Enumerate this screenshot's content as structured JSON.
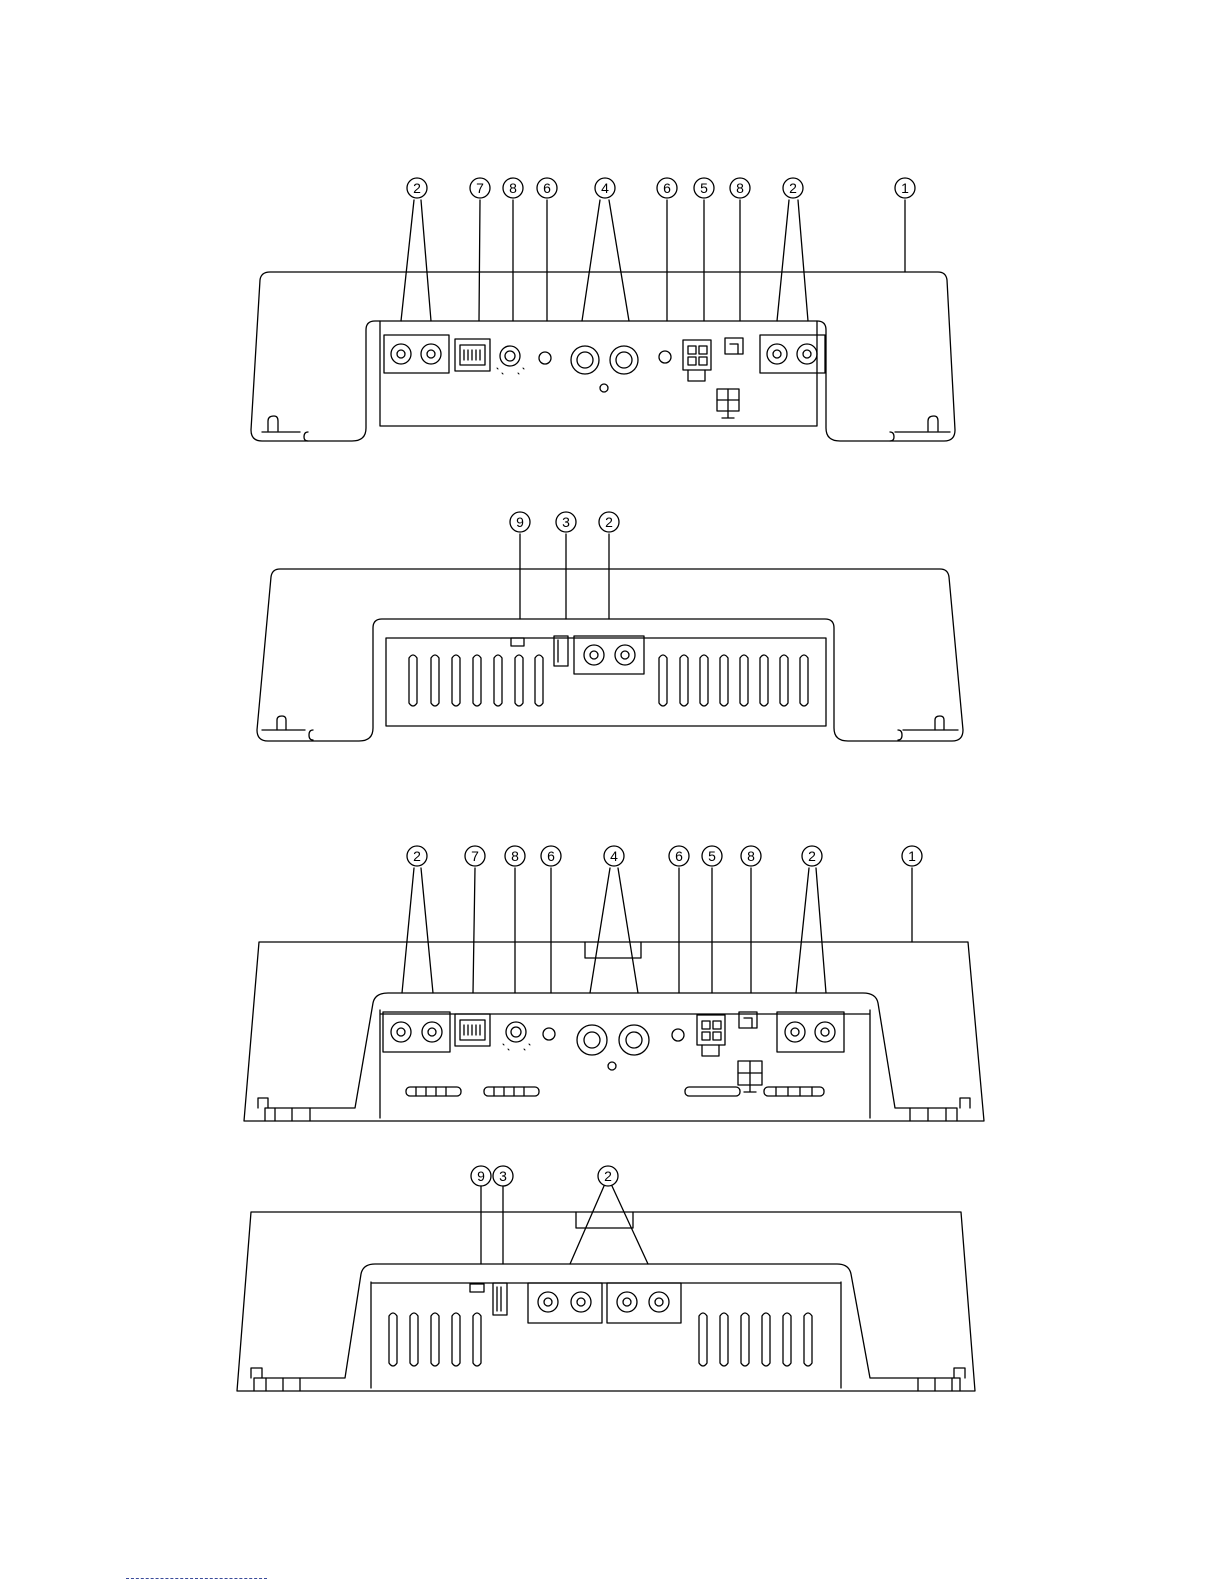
{
  "callouts": {
    "view1": [
      "2",
      "7",
      "8",
      "6",
      "4",
      "6",
      "5",
      "8",
      "2",
      "1"
    ],
    "view2": [
      "9",
      "3",
      "2"
    ],
    "view3": [
      "2",
      "7",
      "8",
      "6",
      "4",
      "6",
      "5",
      "8",
      "2",
      "1"
    ],
    "view4": [
      "9",
      "3",
      "2"
    ]
  },
  "colors": {
    "line": "#000000",
    "background": "#ffffff",
    "footer_rule": "#3a4a9a"
  }
}
